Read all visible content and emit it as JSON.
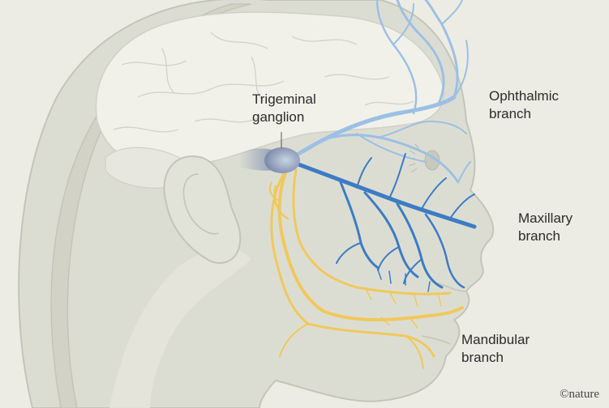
{
  "labels": {
    "trigeminal": {
      "line1": "Trigeminal",
      "line2": "ganglion"
    },
    "ophthalmic": {
      "line1": "Ophthalmic",
      "line2": "branch"
    },
    "maxillary": {
      "line1": "Maxillary",
      "line2": "branch"
    },
    "mandibular": {
      "line1": "Mandibular",
      "line2": "branch"
    }
  },
  "credit": "©nature",
  "colors": {
    "background": "#ecece4",
    "head_fill": "#dcddd2",
    "head_outline": "#c4c5b8",
    "brain_fill": "#f1f1ea",
    "ophthalmic": "#9cc0e4",
    "maxillary": "#3c7cc4",
    "mandibular": "#f0c85c",
    "ganglion": "#8f9cb8"
  }
}
